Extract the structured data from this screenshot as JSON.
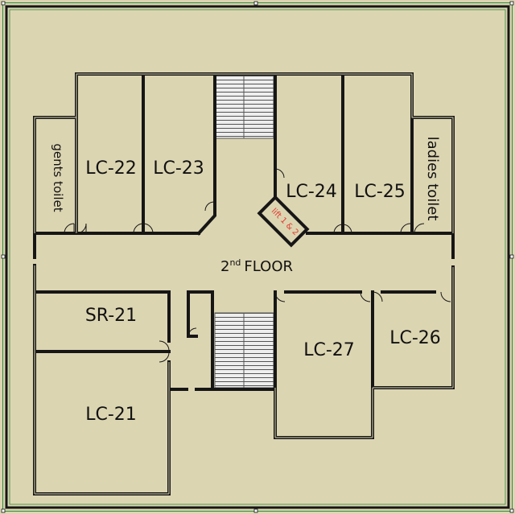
{
  "colors": {
    "background": "#dcd5b2",
    "wall": "#161616",
    "frame": "#2e8b3a",
    "stairs": "#eeeeee",
    "lift_text": "#e03a2e"
  },
  "floor": {
    "ordinal_number": "2",
    "ordinal_suffix": "nd",
    "label": "FLOOR"
  },
  "rooms": {
    "lc22": "LC-22",
    "lc23": "LC-23",
    "lc24": "LC-24",
    "lc25": "LC-25",
    "lc26": "LC-26",
    "lc27": "LC-27",
    "lc21": "LC-21",
    "sr21": "SR-21",
    "gents": "gents toilet",
    "ladies": "ladies toilet",
    "lift": "lift 1 & 2"
  }
}
